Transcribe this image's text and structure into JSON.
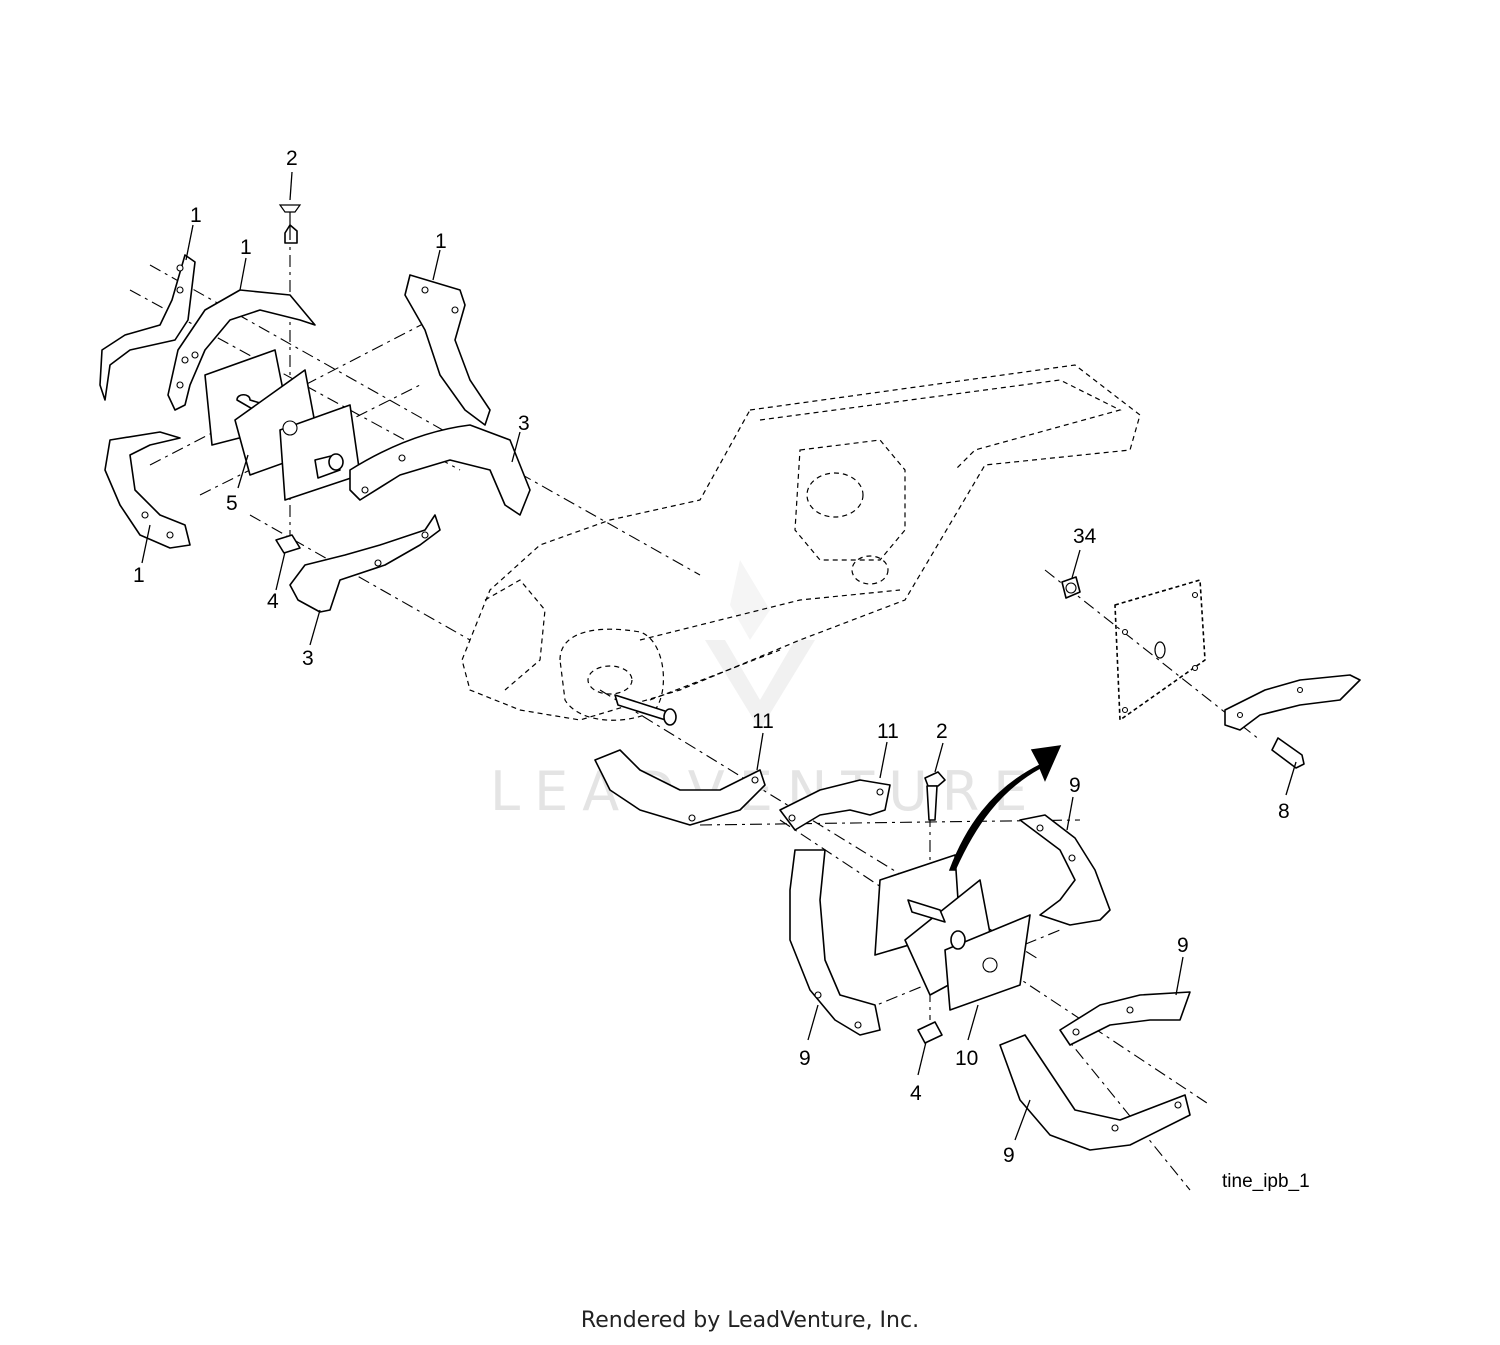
{
  "diagram": {
    "figure_id": "tine_ipb_1",
    "callouts": [
      "1",
      "1",
      "1",
      "1",
      "2",
      "3",
      "3",
      "4",
      "5",
      "34",
      "8",
      "11",
      "11",
      "2",
      "9",
      "9",
      "9",
      "9",
      "10",
      "4"
    ],
    "watermark": "LEADVENTURE"
  },
  "footer": {
    "text": "Rendered by LeadVenture, Inc."
  },
  "colors": {
    "line": "#000000",
    "background": "#ffffff",
    "watermark": "#e4e4e4"
  }
}
